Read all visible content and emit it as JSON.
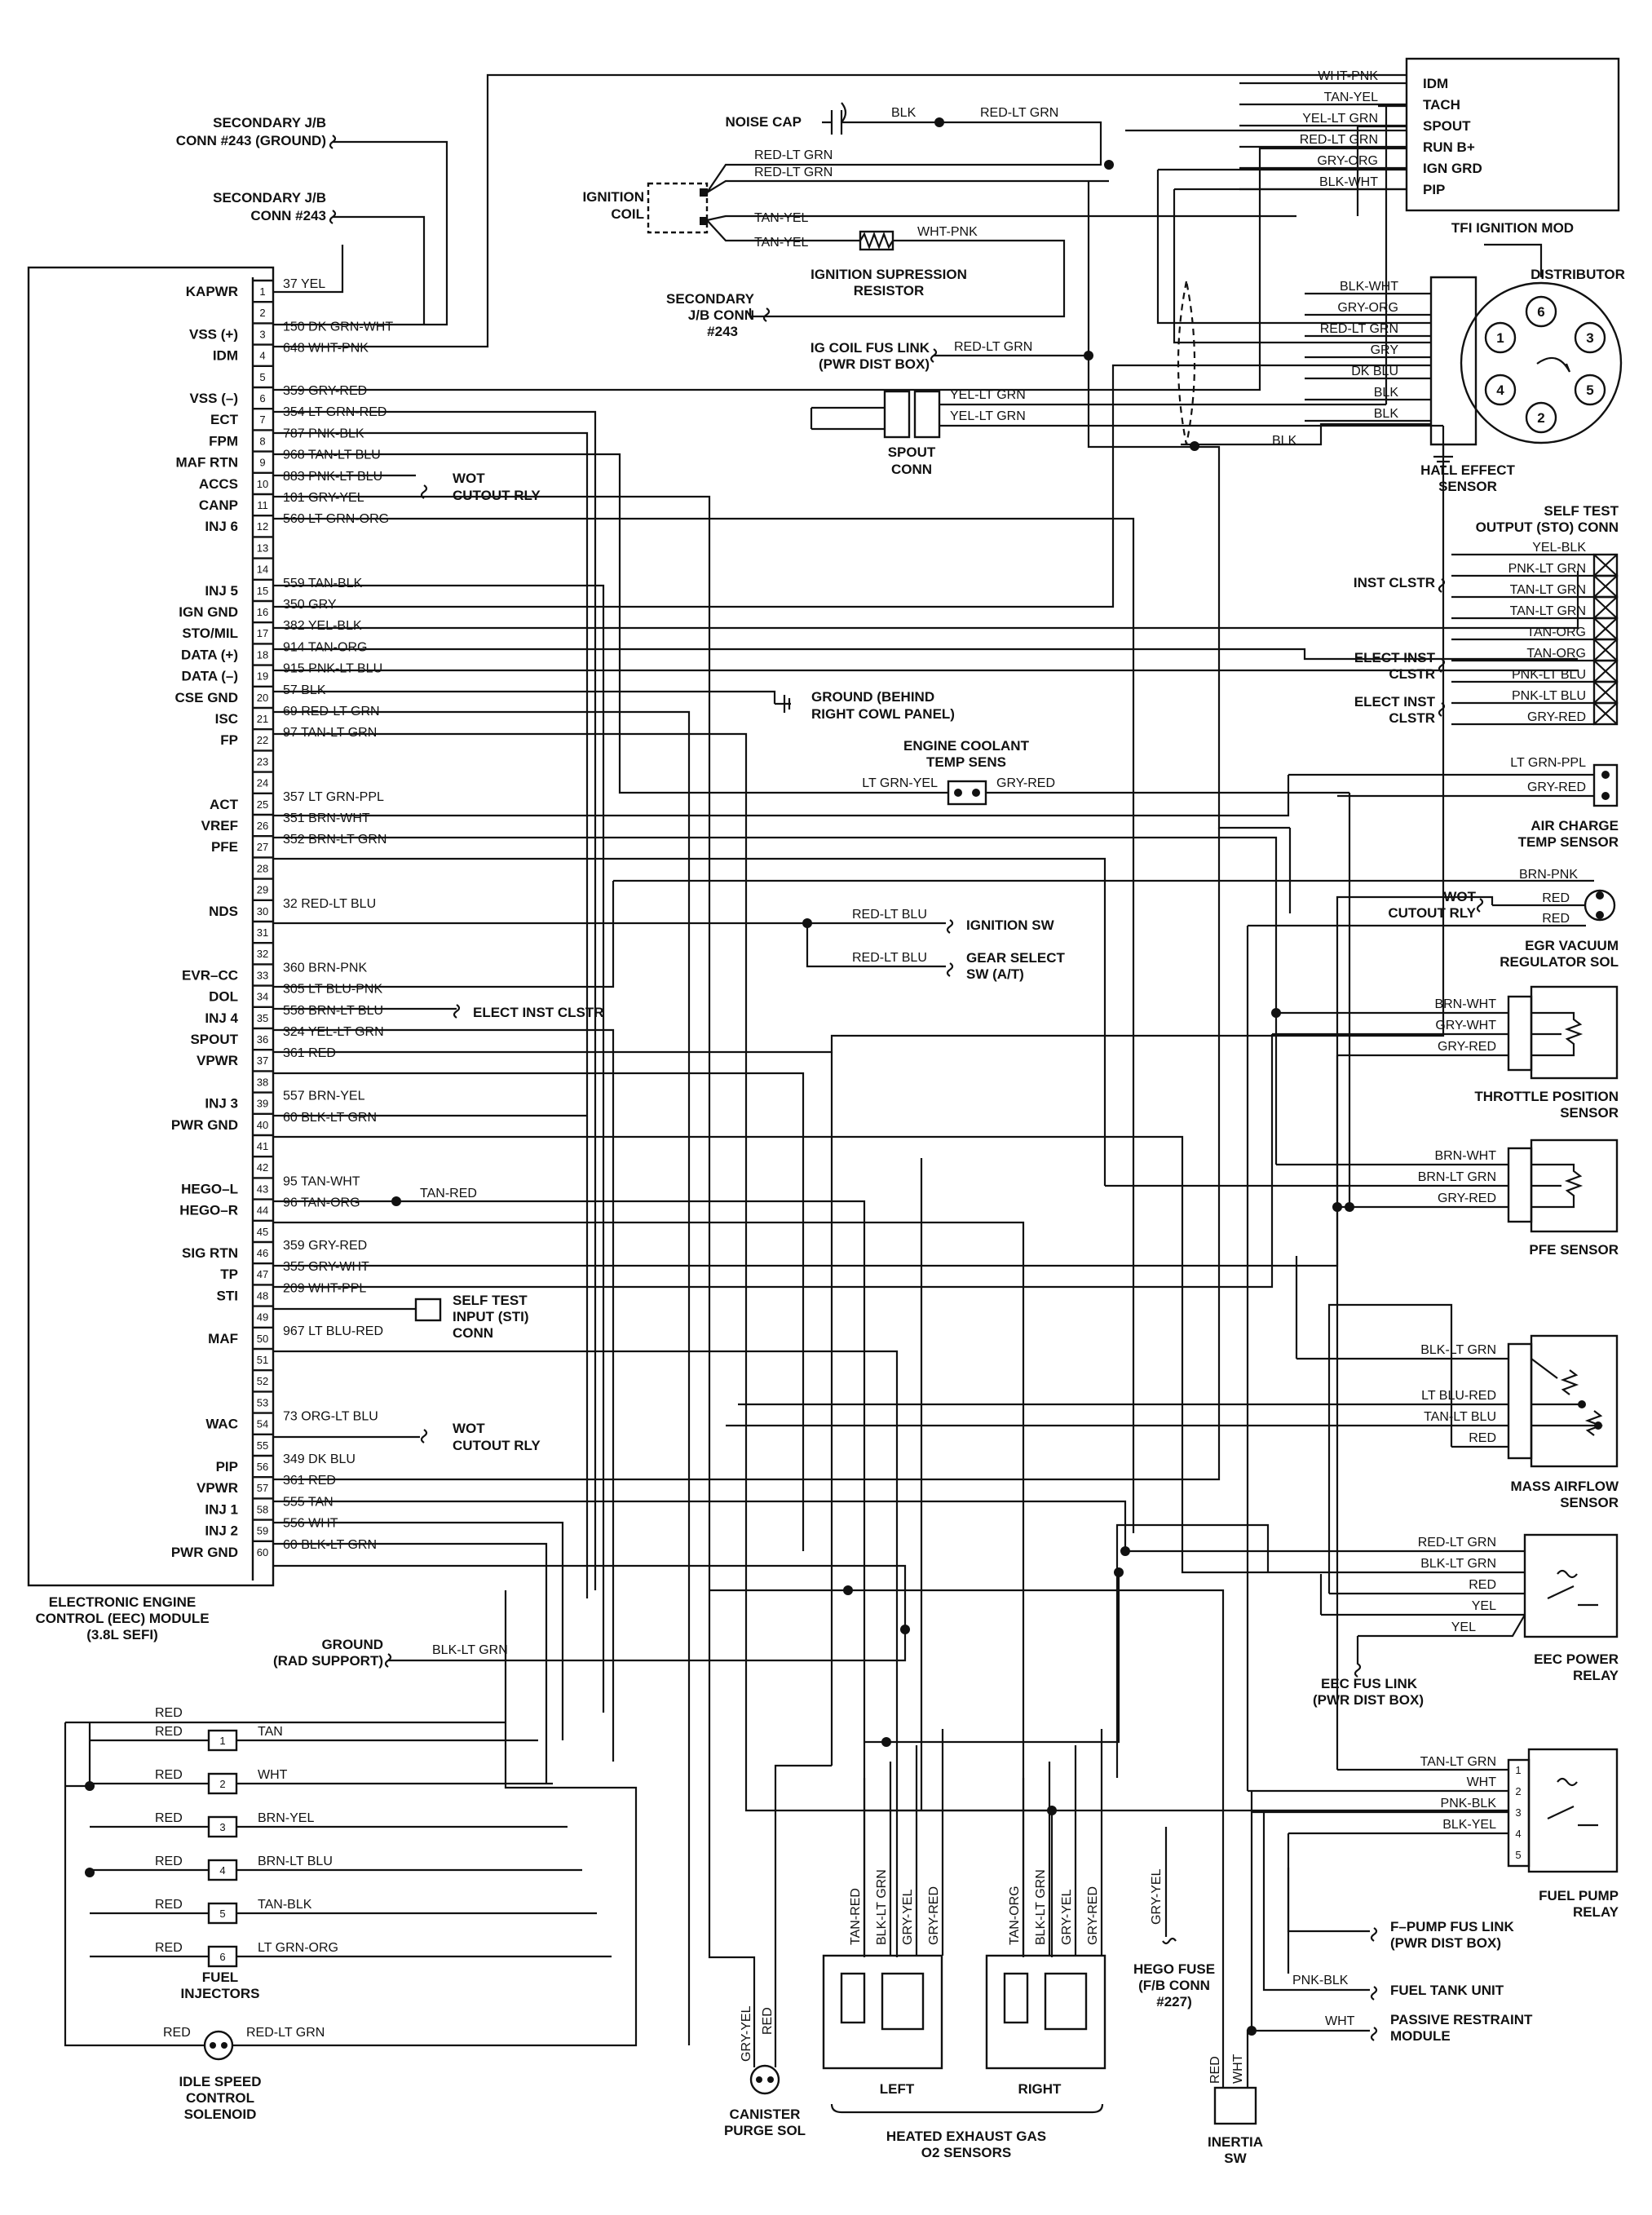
{
  "eec": {
    "title": [
      "ELECTRONIC ENGINE",
      "CONTROL (EEC) MODULE",
      "(3.8L SEFI)"
    ],
    "pins": [
      {
        "n": "1",
        "name": "KAPWR",
        "wire": "37 YEL"
      },
      {
        "n": "2",
        "name": "",
        "wire": ""
      },
      {
        "n": "3",
        "name": "VSS (+)",
        "wire": "150 DK GRN-WHT"
      },
      {
        "n": "4",
        "name": "IDM",
        "wire": "648 WHT-PNK"
      },
      {
        "n": "5",
        "name": "",
        "wire": ""
      },
      {
        "n": "6",
        "name": "VSS (–)",
        "wire": "359 GRY-RED"
      },
      {
        "n": "7",
        "name": "ECT",
        "wire": "354 LT GRN-RED"
      },
      {
        "n": "8",
        "name": "FPM",
        "wire": "787 PNK-BLK"
      },
      {
        "n": "9",
        "name": "MAF RTN",
        "wire": "968 TAN-LT BLU"
      },
      {
        "n": "10",
        "name": "ACCS",
        "wire": "883 PNK-LT BLU"
      },
      {
        "n": "11",
        "name": "CANP",
        "wire": "101 GRY-YEL"
      },
      {
        "n": "12",
        "name": "INJ 6",
        "wire": "560 LT GRN-ORG"
      },
      {
        "n": "13",
        "name": "",
        "wire": ""
      },
      {
        "n": "14",
        "name": "",
        "wire": ""
      },
      {
        "n": "15",
        "name": "INJ 5",
        "wire": "559 TAN-BLK"
      },
      {
        "n": "16",
        "name": "IGN GND",
        "wire": "350 GRY"
      },
      {
        "n": "17",
        "name": "STO/MIL",
        "wire": "382 YEL-BLK"
      },
      {
        "n": "18",
        "name": "DATA (+)",
        "wire": "914 TAN-ORG"
      },
      {
        "n": "19",
        "name": "DATA (–)",
        "wire": "915 PNK-LT BLU"
      },
      {
        "n": "20",
        "name": "CSE GND",
        "wire": "57 BLK"
      },
      {
        "n": "21",
        "name": "ISC",
        "wire": "69 RED-LT GRN"
      },
      {
        "n": "22",
        "name": "FP",
        "wire": "97 TAN-LT GRN"
      },
      {
        "n": "23",
        "name": "",
        "wire": ""
      },
      {
        "n": "24",
        "name": "",
        "wire": ""
      },
      {
        "n": "25",
        "name": "ACT",
        "wire": "357 LT GRN-PPL"
      },
      {
        "n": "26",
        "name": "VREF",
        "wire": "351 BRN-WHT"
      },
      {
        "n": "27",
        "name": "PFE",
        "wire": "352 BRN-LT GRN"
      },
      {
        "n": "28",
        "name": "",
        "wire": ""
      },
      {
        "n": "29",
        "name": "",
        "wire": ""
      },
      {
        "n": "30",
        "name": "NDS",
        "wire": "32 RED-LT BLU"
      },
      {
        "n": "31",
        "name": "",
        "wire": ""
      },
      {
        "n": "32",
        "name": "",
        "wire": ""
      },
      {
        "n": "33",
        "name": "EVR–CC",
        "wire": "360 BRN-PNK"
      },
      {
        "n": "34",
        "name": "DOL",
        "wire": "305 LT BLU-PNK"
      },
      {
        "n": "35",
        "name": "INJ 4",
        "wire": "558 BRN-LT BLU"
      },
      {
        "n": "36",
        "name": "SPOUT",
        "wire": "324 YEL-LT GRN"
      },
      {
        "n": "37",
        "name": "VPWR",
        "wire": "361 RED"
      },
      {
        "n": "38",
        "name": "",
        "wire": ""
      },
      {
        "n": "39",
        "name": "INJ 3",
        "wire": "557 BRN-YEL"
      },
      {
        "n": "40",
        "name": "PWR GND",
        "wire": "60 BLK-LT GRN"
      },
      {
        "n": "41",
        "name": "",
        "wire": ""
      },
      {
        "n": "42",
        "name": "",
        "wire": ""
      },
      {
        "n": "43",
        "name": "HEGO–L",
        "wire": "95 TAN-WHT"
      },
      {
        "n": "44",
        "name": "HEGO–R",
        "wire": "96 TAN-ORG"
      },
      {
        "n": "45",
        "name": "",
        "wire": ""
      },
      {
        "n": "46",
        "name": "SIG RTN",
        "wire": "359 GRY-RED"
      },
      {
        "n": "47",
        "name": "TP",
        "wire": "355 GRY-WHT"
      },
      {
        "n": "48",
        "name": "STI",
        "wire": "209 WHT-PPL"
      },
      {
        "n": "49",
        "name": "",
        "wire": ""
      },
      {
        "n": "50",
        "name": "MAF",
        "wire": "967 LT BLU-RED"
      },
      {
        "n": "51",
        "name": "",
        "wire": ""
      },
      {
        "n": "52",
        "name": "",
        "wire": ""
      },
      {
        "n": "53",
        "name": "",
        "wire": ""
      },
      {
        "n": "54",
        "name": "WAC",
        "wire": "73 ORG-LT BLU"
      },
      {
        "n": "55",
        "name": "",
        "wire": ""
      },
      {
        "n": "56",
        "name": "PIP",
        "wire": "349 DK BLU"
      },
      {
        "n": "57",
        "name": "VPWR",
        "wire": "361 RED"
      },
      {
        "n": "58",
        "name": "INJ 1",
        "wire": "555 TAN"
      },
      {
        "n": "59",
        "name": "INJ 2",
        "wire": "556 WHT"
      },
      {
        "n": "60",
        "name": "PWR GND",
        "wire": "60 BLK-LT GRN"
      }
    ]
  },
  "labels": {
    "sec_jb_ground": [
      "SECONDARY J/B",
      "CONN #243 (GROUND)"
    ],
    "sec_jb": [
      "SECONDARY J/B",
      "CONN #243"
    ],
    "wot_cutout_1": [
      "WOT",
      "CUTOUT RLY"
    ],
    "ground_cowl": [
      "GROUND (BEHIND",
      "RIGHT COWL PANEL)"
    ],
    "elect_inst_clstr": "ELECT INST CLSTR",
    "tan_red": "TAN-RED",
    "self_test_input": [
      "SELF TEST",
      "INPUT (STI)",
      "CONN"
    ],
    "wot_cutout_2": [
      "WOT",
      "CUTOUT RLY"
    ],
    "ground_rad": [
      "GROUND",
      "(RAD SUPPORT)"
    ],
    "blk_lt_grn": "BLK-LT GRN",
    "noise_cap": "NOISE CAP",
    "noise_blk": "BLK",
    "noise_red_lt_grn": "RED-LT GRN",
    "ignition_coil": [
      "IGNITION",
      "COIL"
    ],
    "coil_wire_1": "RED-LT GRN",
    "coil_wire_2": "RED-LT GRN",
    "coil_wire_3": "TAN-YEL",
    "coil_wire_4": "TAN-YEL",
    "coil_wire_5": "WHT-PNK",
    "suppression": [
      "IGNITION SUPRESSION",
      "RESISTOR"
    ],
    "sec_jb_243": [
      "SECONDARY",
      "J/B CONN",
      "#243"
    ],
    "ig_coil_fus": [
      "IG COIL FUS LINK",
      "(PWR DIST BOX)"
    ],
    "ig_coil_wire": "RED-LT GRN",
    "spout_wire_1": "YEL-LT GRN",
    "spout_wire_2": "YEL-LT GRN",
    "spout_conn": [
      "SPOUT",
      "CONN"
    ],
    "engine_coolant": [
      "ENGINE COOLANT",
      "TEMP SENS"
    ],
    "ect_left": "LT GRN-YEL",
    "ect_right": "GRY-RED",
    "ignition_sw": "IGNITION SW",
    "nds_wire_1": "RED-LT BLU",
    "nds_wire_2": "RED-LT BLU",
    "gear_select": [
      "GEAR SELECT",
      "SW (A/T)"
    ]
  },
  "tfi": {
    "title": "TFI IGNITION MOD",
    "pins": [
      "IDM",
      "TACH",
      "SPOUT",
      "RUN B+",
      "IGN GRD",
      "PIP"
    ],
    "wires": [
      "WHT-PNK",
      "TAN-YEL",
      "YEL-LT GRN",
      "RED-LT GRN",
      "GRY-ORG",
      "BLK-WHT"
    ]
  },
  "distributor": {
    "title": "DISTRIBUTOR",
    "wires": [
      "BLK-WHT",
      "GRY-ORG",
      "RED-LT GRN",
      "GRY",
      "DK BLU",
      "BLK",
      "BLK"
    ],
    "blk": "BLK",
    "terminals": [
      "6",
      "1",
      "3",
      "4",
      "5",
      "2"
    ],
    "hall": [
      "HALL EFFECT",
      "SENSOR"
    ]
  },
  "sto": {
    "title": [
      "SELF TEST",
      "OUTPUT (STO) CONN"
    ],
    "wires": [
      "YEL-BLK",
      "PNK-LT GRN",
      "TAN-LT GRN",
      "TAN-LT GRN",
      "TAN-ORG",
      "TAN-ORG",
      "PNK-LT BLU",
      "PNK-LT BLU",
      "GRY-RED"
    ],
    "inst_clstr": "INST CLSTR",
    "elect_1": [
      "ELECT INST",
      "CLSTR"
    ],
    "elect_2": [
      "ELECT INST",
      "CLSTR"
    ]
  },
  "act": {
    "wires": [
      "LT GRN-PPL",
      "GRY-RED"
    ],
    "title": [
      "AIR CHARGE",
      "TEMP SENSOR"
    ]
  },
  "egr": {
    "wires": [
      "BRN-PNK",
      "RED",
      "RED"
    ],
    "wot": [
      "WOT",
      "CUTOUT RLY"
    ],
    "title": [
      "EGR VACUUM",
      "REGULATOR SOL"
    ]
  },
  "tps": {
    "wires": [
      "BRN-WHT",
      "GRY-WHT",
      "GRY-RED"
    ],
    "title": [
      "THROTTLE POSITION",
      "SENSOR"
    ]
  },
  "pfe": {
    "wires": [
      "BRN-WHT",
      "BRN-LT GRN",
      "GRY-RED"
    ],
    "title": "PFE SENSOR"
  },
  "maf": {
    "wires": [
      "BLK-LT GRN",
      "LT BLU-RED",
      "TAN-LT BLU",
      "RED"
    ],
    "title": [
      "MASS AIRFLOW",
      "SENSOR"
    ]
  },
  "eec_relay": {
    "wires": [
      "RED-LT GRN",
      "BLK-LT GRN",
      "RED",
      "YEL",
      "YEL"
    ],
    "title": [
      "EEC POWER",
      "RELAY"
    ],
    "fus": [
      "EEC FUS LINK",
      "(PWR DIST BOX)"
    ]
  },
  "fp_relay": {
    "wires": [
      "TAN-LT GRN",
      "WHT",
      "PNK-BLK",
      "BLK-YEL"
    ],
    "pins": [
      "1",
      "2",
      "3",
      "4",
      "5"
    ],
    "title": [
      "FUEL PUMP",
      "RELAY"
    ],
    "fus": [
      "F–PUMP FUS LINK",
      "(PWR DIST BOX)"
    ],
    "tank_wire": "PNK-BLK",
    "tank": "FUEL TANK UNIT",
    "passive_wire": "WHT",
    "passive": [
      "PASSIVE RESTRAINT",
      "MODULE"
    ]
  },
  "injectors": {
    "title": [
      "FUEL",
      "INJECTORS"
    ],
    "top_red": "RED",
    "items": [
      {
        "n": "1",
        "left": "RED",
        "right": "TAN"
      },
      {
        "n": "2",
        "left": "RED",
        "right": "WHT"
      },
      {
        "n": "3",
        "left": "RED",
        "right": "BRN-YEL"
      },
      {
        "n": "4",
        "left": "RED",
        "right": "BRN-LT BLU"
      },
      {
        "n": "5",
        "left": "RED",
        "right": "TAN-BLK"
      },
      {
        "n": "6",
        "left": "RED",
        "right": "LT GRN-ORG"
      }
    ]
  },
  "idle": {
    "left": "RED",
    "right": "RED-LT GRN",
    "title": [
      "IDLE SPEED",
      "CONTROL",
      "SOLENOID"
    ]
  },
  "canister": {
    "wires": [
      "GRY-YEL",
      "RED"
    ],
    "title": [
      "CANISTER",
      "PURGE SOL"
    ]
  },
  "o2": {
    "left_wires": [
      "TAN-RED",
      "BLK-LT GRN",
      "GRY-YEL",
      "GRY-RED"
    ],
    "right_wires": [
      "TAN-ORG",
      "BLK-LT GRN",
      "GRY-YEL",
      "GRY-RED"
    ],
    "left": "LEFT",
    "right": "RIGHT",
    "title": [
      "HEATED EXHAUST GAS",
      "O2 SENSORS"
    ]
  },
  "hego_fuse": {
    "wire": "GRY-YEL",
    "title": [
      "HEGO FUSE",
      "(F/B CONN",
      "#227)"
    ]
  },
  "inertia": {
    "wires": [
      "RED",
      "WHT"
    ],
    "title": [
      "INERTIA",
      "SW"
    ]
  }
}
